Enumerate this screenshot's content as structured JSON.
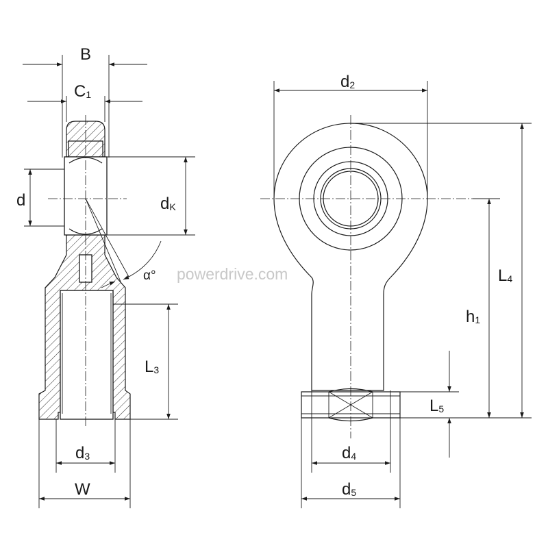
{
  "watermark": "powerdrive.com",
  "dimensions": {
    "B": {
      "main": "B",
      "sub": ""
    },
    "C1": {
      "main": "C",
      "sub": "1"
    },
    "d": {
      "main": "d",
      "sub": ""
    },
    "dK": {
      "main": "d",
      "sub": "K"
    },
    "alpha": {
      "main": "α°",
      "sub": ""
    },
    "L3": {
      "main": "L",
      "sub": "3"
    },
    "d3": {
      "main": "d",
      "sub": "3"
    },
    "W": {
      "main": "W",
      "sub": ""
    },
    "d2": {
      "main": "d",
      "sub": "2"
    },
    "L4": {
      "main": "L",
      "sub": "4"
    },
    "h1": {
      "main": "h",
      "sub": "1"
    },
    "L5": {
      "main": "L",
      "sub": "5"
    },
    "d4": {
      "main": "d",
      "sub": "4"
    },
    "d5": {
      "main": "d",
      "sub": "5"
    }
  }
}
